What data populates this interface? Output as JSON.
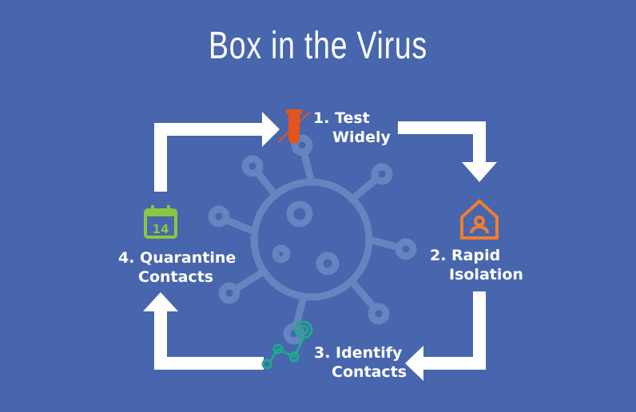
{
  "title": "Box in the Virus",
  "steps": [
    {
      "line1": "1. Test",
      "line2": "Widely",
      "icon": "test-tube-icon",
      "color": "#e4541e"
    },
    {
      "line1": "2. Rapid",
      "line2": "Isolation",
      "icon": "house-person-icon",
      "color": "#ef7d2f"
    },
    {
      "line1": "3. Identify",
      "line2": "Contacts",
      "icon": "contact-trace-icon",
      "color": "#1faa8a"
    },
    {
      "line1": "4. Quarantine",
      "line2": "Contacts",
      "icon": "calendar-icon",
      "color": "#8cc63f"
    }
  ],
  "calendar_day": "14"
}
